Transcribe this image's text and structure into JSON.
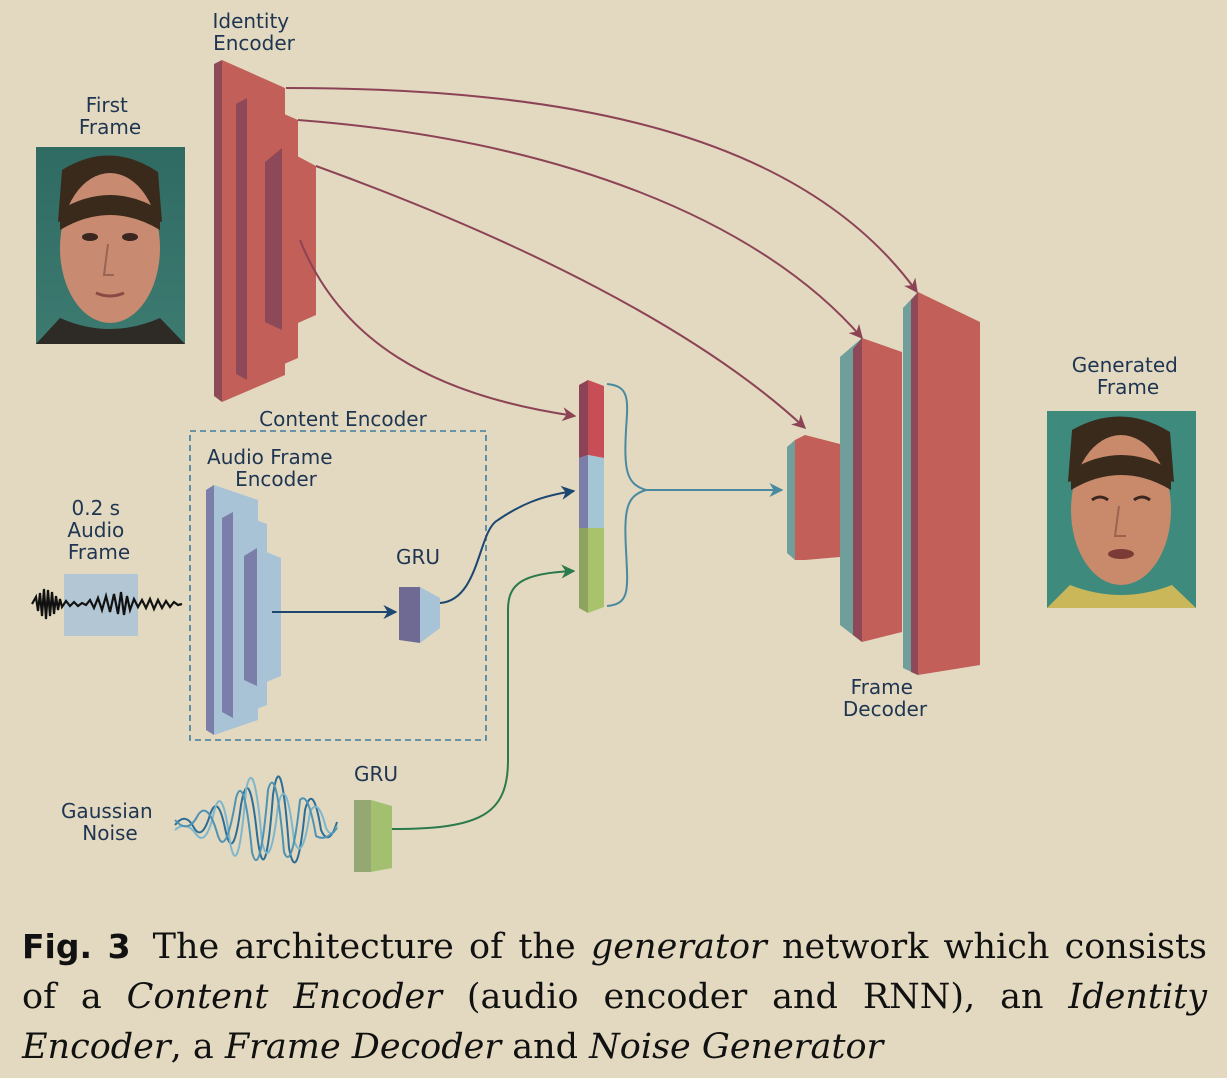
{
  "colors": {
    "background": "#e2d9c0",
    "identity_encoder": "#c15f58",
    "identity_encoder_side": "#8d4958",
    "frame_decoder": "#c15f58",
    "frame_decoder_side": "#6f9e9b",
    "audio_encoder": "#a9c3d6",
    "audio_encoder_side": "#7a7ea8",
    "gru_audio": "#a9c3d6",
    "gru_audio_side": "#6e6a94",
    "gru_noise": "#a3c071",
    "gru_noise_side": "#95a873",
    "latent_red": "#c74d57",
    "latent_blue": "#a3c5d4",
    "latent_green": "#a8c36c",
    "arrow_identity": "#8d4356",
    "arrow_audio": "#1d4670",
    "arrow_noise": "#2b7a4b",
    "arrow_decoder": "#4a8aa0",
    "label_text": "#1f3551",
    "caption_text": "#111111"
  },
  "labels": {
    "identity_encoder": [
      "Identity",
      "Encoder"
    ],
    "first_frame": [
      "First",
      "Frame"
    ],
    "content_encoder": "Content Encoder",
    "audio_frame_encoder": [
      "Audio Frame",
      "Encoder"
    ],
    "audio_frame": [
      "0.2 s",
      "Audio",
      "Frame"
    ],
    "gru_audio": "GRU",
    "gru_noise": "GRU",
    "gaussian_noise": [
      "Gaussian",
      "Noise"
    ],
    "frame_decoder": [
      "Frame",
      "Decoder"
    ],
    "generated_frame": [
      "Generated",
      "Frame"
    ]
  },
  "caption": {
    "label": "Fig. 3",
    "text_1": "The architecture of the ",
    "em_1": "generator",
    "text_2": " network which consists of a ",
    "em_2": "Content Encoder",
    "text_3": " (audio encoder and RNN), an ",
    "em_3": "Identity Encoder",
    "text_4": ", a ",
    "em_4": "Frame Decoder",
    "text_5": " and ",
    "em_5": "Noise Generator"
  }
}
